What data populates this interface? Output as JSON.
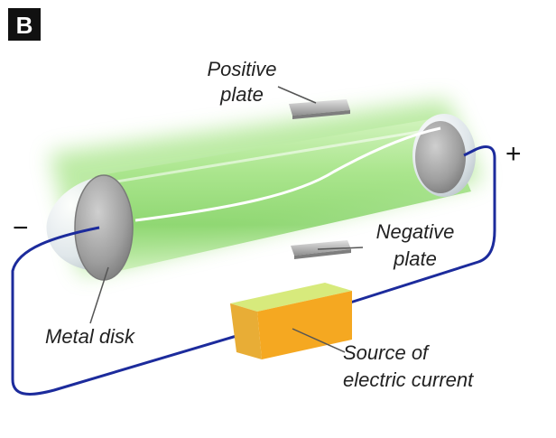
{
  "panel_label": "B",
  "labels": {
    "positive_plate_line1": "Positive",
    "positive_plate_line2": "plate",
    "negative_plate_line1": "Negative",
    "negative_plate_line2": "plate",
    "metal_disk": "Metal disk",
    "source_line1": "Source of",
    "source_line2": "electric current"
  },
  "terminals": {
    "minus": "−",
    "plus": "+"
  },
  "colors": {
    "glow": "#9fe07a",
    "wire": "#1c2b9c",
    "source_top": "#d7ea7c",
    "source_front": "#f5a821",
    "disk": "#9a9a9a",
    "plate": "#b9b9b9"
  }
}
